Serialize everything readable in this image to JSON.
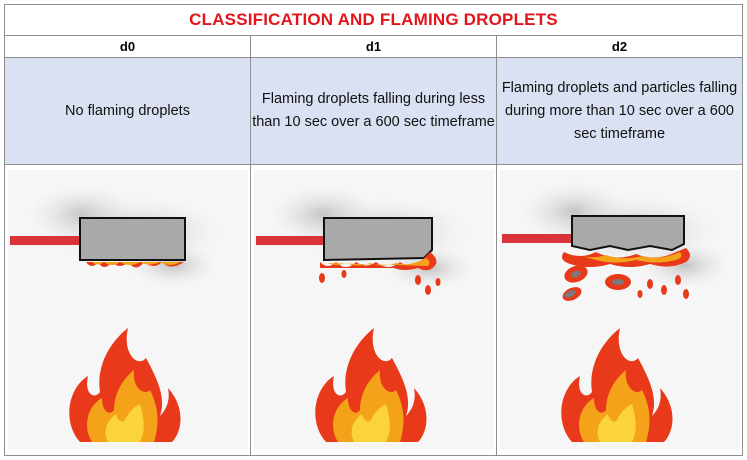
{
  "table": {
    "title": "CLASSIFICATION AND FLAMING DROPLETS",
    "columns": [
      {
        "id": "d0",
        "header": "d0",
        "description": "No flaming droplets"
      },
      {
        "id": "d1",
        "header": "d1",
        "description": "Flaming droplets falling during less than 10 sec over a 600 sec timeframe"
      },
      {
        "id": "d2",
        "header": "d2",
        "description": "Flaming droplets and particles falling during more than 10 sec over a 600 sec timeframe"
      }
    ]
  },
  "colors": {
    "title": "#e3151a",
    "description_background": "#d9e1f2",
    "rod": "#d9343a",
    "block": "#a9a9a9",
    "flame_outer": "#e8391b",
    "flame_mid": "#f5a21b",
    "flame_inner": "#fbd33a"
  },
  "icons": [
    "smoke-icon",
    "specimen-block-icon",
    "burner-rod-icon",
    "flame-icon",
    "droplet-icon"
  ]
}
